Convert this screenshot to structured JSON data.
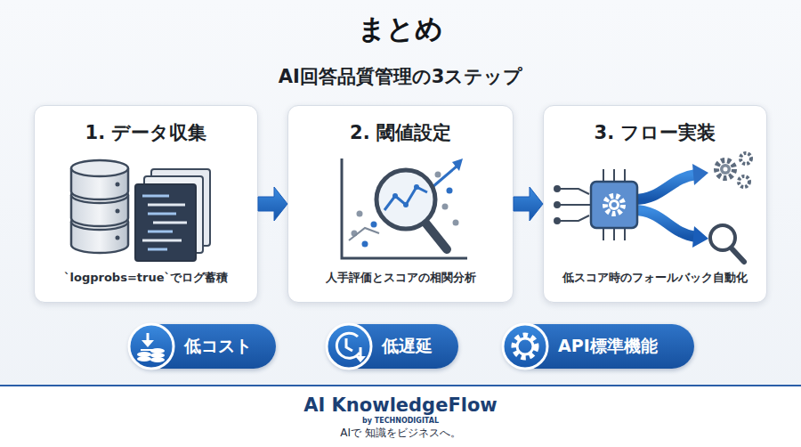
{
  "diagram": {
    "title": "まとめ",
    "nodes": [
      {
        "text": [
          "1. データ収集",
          "`logprobs=true`でログ蓄積"
        ]
      },
      {
        "text": [
          "2. 閾値設定",
          "人手評価とスコアの相関分析"
        ]
      },
      {
        "text": [
          "3. フロー実装",
          "低スコア時のフォールバック自動化"
        ]
      },
      {
        "text": [
          "低コスト"
        ]
      },
      {
        "text": [
          "低遅延"
        ]
      },
      {
        "text": [
          "API標準機能"
        ]
      },
      {
        "text": [
          "AI KnowledgeFlow",
          "by TECHNODIGITAL",
          "AIで 知識をビジネスへ。"
        ]
      }
    ],
    "edges": [
      {
        "from": 0,
        "to": 1,
        "arrow": "to"
      },
      {
        "from": 1,
        "to": 2,
        "arrow": "to"
      }
    ],
    "labels": [
      "AI回答品質管理の3ステップ"
    ]
  }
}
